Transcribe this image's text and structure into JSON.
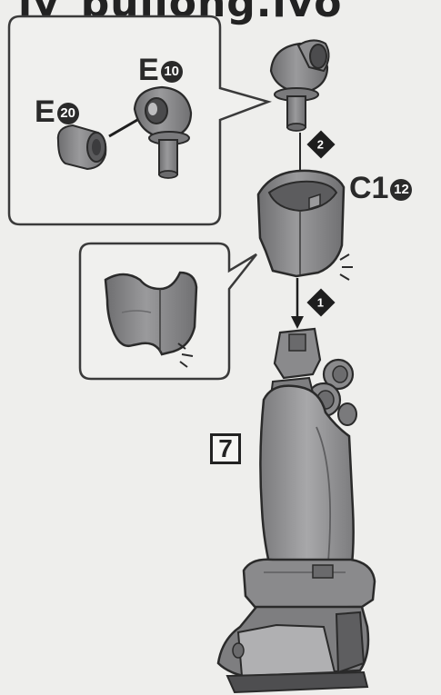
{
  "header": {
    "title": "ly_bullong.ivo"
  },
  "callout_top": {
    "part_e10": {
      "prefix": "E",
      "num": "10"
    },
    "part_e20": {
      "prefix": "E",
      "num": "20"
    }
  },
  "main": {
    "part_c1": {
      "prefix": "C1",
      "num": "12"
    },
    "step_markers": [
      {
        "num": "2"
      },
      {
        "num": "1"
      }
    ],
    "step_number": "7"
  },
  "colors": {
    "part_fill": "#8a8a8c",
    "part_shadow": "#5e5e60",
    "part_light": "#b4b4b6",
    "line": "#2a2a2a",
    "background": "#eeeeec"
  }
}
